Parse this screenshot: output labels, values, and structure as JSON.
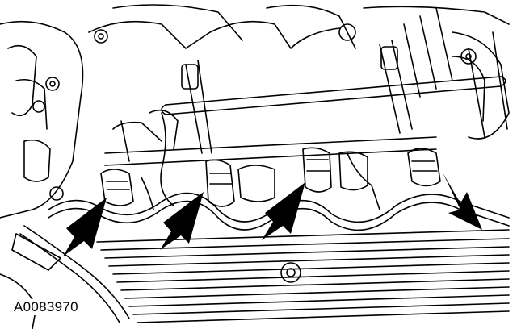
{
  "figure": {
    "id_label": "A0083970",
    "callouts": [
      {
        "name": "callout-arrow-1",
        "target": "injector-1"
      },
      {
        "name": "callout-arrow-2",
        "target": "injector-2"
      },
      {
        "name": "callout-arrow-3",
        "target": "injector-3"
      },
      {
        "name": "callout-arrow-4",
        "target": "injector-4"
      }
    ],
    "colors": {
      "ink": "#000000",
      "paper": "#ffffff"
    }
  }
}
